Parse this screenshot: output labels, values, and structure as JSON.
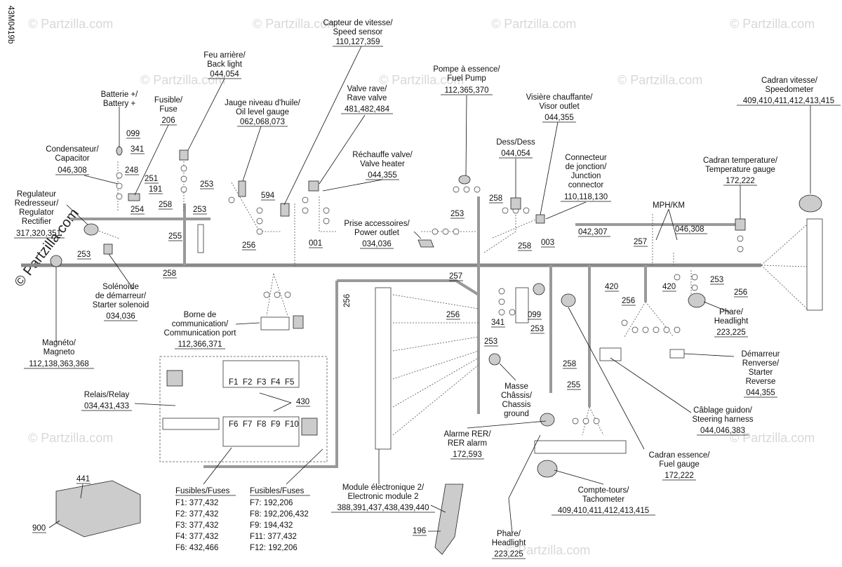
{
  "drawing_id": "43M0419b",
  "watermark": "© Partzilla.com",
  "callouts": {
    "speed_sensor": [
      "Capteur de vitesse/",
      "Speed sensor",
      "110,127,359"
    ],
    "back_light": [
      "Feu arrière/",
      "Back light",
      "044,054"
    ],
    "fuel_pump": [
      "Pompe à essence/",
      "Fuel Pump",
      "112,365,370"
    ],
    "rave_valve": [
      "Valve rave/",
      "Rave valve",
      "481,482,484"
    ],
    "oil_gauge": [
      "Jauge niveau d'huile/",
      "Oil level gauge",
      "062,068,073"
    ],
    "visor_outlet": [
      "Visière chauffante/",
      "Visor outlet",
      "044,355"
    ],
    "speedometer": [
      "Cadran vitesse/",
      "Speedometer",
      "409,410,411,412,413,415"
    ],
    "battery": [
      "Batterie +/",
      "Battery +"
    ],
    "fuse": [
      "Fusible/",
      "Fuse",
      "206"
    ],
    "valve_heater": [
      "Réchauffe valve/",
      "Valve heater",
      "044,355"
    ],
    "dess": [
      "Dess/Dess",
      "044,054"
    ],
    "junction": [
      "Connecteur",
      "de jonction/",
      "Junction",
      "connector",
      "110,118,130"
    ],
    "capacitor": [
      "Condensateur/",
      "Capacitor",
      "046,308"
    ],
    "temp_gauge": [
      "Cadran temperature/",
      "Temperature gauge",
      "172,222"
    ],
    "regulator": [
      "Regulateur",
      "Redresseur/",
      "Regulator",
      "Rectifier",
      "317,320,351"
    ],
    "power_outlet": [
      "Prise accessoires/",
      "Power outlet",
      "034,036"
    ],
    "mph_km": "MPH/KM",
    "starter_solenoid": [
      "Solénoïde",
      "de démarreur/",
      "Starter solenoid",
      "034,036"
    ],
    "comm_port": [
      "Borne de",
      "communication/",
      "Communication port",
      "112,366,371"
    ],
    "magneto": [
      "Magnéto/",
      "Magneto",
      "112,138,363,368"
    ],
    "headlight_right": [
      "Phare/",
      "Headlight",
      "223,225"
    ],
    "starter_reverse": [
      "Démarreur",
      "Renverse/",
      "Starter",
      "Reverse",
      "044,355"
    ],
    "relay": [
      "Relais/Relay",
      "034,431,433"
    ],
    "masse": [
      "Masse",
      "Châssis/",
      "Chassis",
      "ground"
    ],
    "rer_alarm": [
      "Alarme RER/",
      "RER alarm",
      "172,593"
    ],
    "steering_harness": [
      "Câblage guidon/",
      "Steering harness",
      "044,046,383"
    ],
    "fuel_gauge": [
      "Cadran essence/",
      "Fuel gauge",
      "172,222"
    ],
    "tachometer": [
      "Compte-tours/",
      "Tachometer",
      "409,410,411,412,413,415"
    ],
    "ecm2": [
      "Module électronique 2/",
      "Electronic module 2",
      "388,391,437,438,439,440"
    ],
    "headlight_bottom": [
      "Phare/",
      "Headlight",
      "223,225"
    ]
  },
  "fuses_left": {
    "title": "Fusibles/Fuses",
    "rows": [
      "F1: 377,432",
      "F2: 377,432",
      "F3: 377,432",
      "F4: 377,432",
      "F6: 432,466"
    ]
  },
  "fuses_right": {
    "title": "Fusibles/Fuses",
    "rows": [
      "F7: 192,206",
      "F8: 192,206,432",
      "F9: 194,432",
      "F11: 377,432",
      "F12: 192,206"
    ]
  },
  "ref_numbers": {
    "r099a": "099",
    "r341a": "341",
    "r248": "248",
    "r251": "251",
    "r191": "191",
    "r254": "254",
    "r258a": "258",
    "r253a": "253",
    "r253b": "253",
    "r594": "594",
    "r255a": "255",
    "r256a": "256",
    "r001": "001",
    "r253c": "253",
    "r258b": "258",
    "r258c": "258",
    "r003": "003",
    "r257a": "257",
    "r257b": "257",
    "r042": "042,307",
    "r046": "046,308",
    "r420a": "420",
    "r420b": "420",
    "r253d": "253",
    "r256b": "256",
    "r256c": "256",
    "r256d": "256",
    "r256e": "256",
    "r099b": "099",
    "r341b": "341",
    "r253e": "253",
    "r253f": "253",
    "r258d": "258",
    "r255b": "255",
    "r430": "430",
    "r441": "441",
    "r900": "900",
    "r196": "196",
    "r253g": "253",
    "r258e": "258"
  },
  "fuse_labels": [
    "F1",
    "F2",
    "F3",
    "F4",
    "F5",
    "F6",
    "F7",
    "F8",
    "F9",
    "F10",
    "F11",
    "F12"
  ]
}
